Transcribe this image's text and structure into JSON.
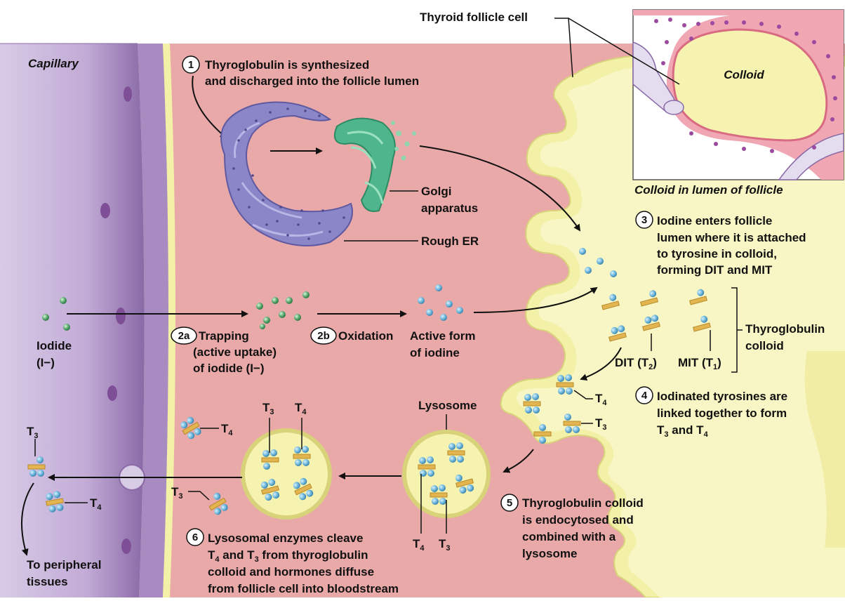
{
  "labels": {
    "capillary": "Capillary",
    "thyroid_follicle_cell": "Thyroid follicle cell",
    "colloid": "Colloid",
    "colloid_in_lumen": "Colloid in lumen of follicle",
    "golgi_1": "Golgi",
    "golgi_2": "apparatus",
    "rough_er": "Rough ER",
    "iodide_1": "Iodide",
    "iodide_2": "(I−)",
    "oxidation": "Oxidation",
    "active_form_1": "Active form",
    "active_form_2": "of iodine",
    "thyroglobulin_1": "Thyroglobulin",
    "thyroglobulin_2": "colloid",
    "dit": "DIT (T",
    "dit_sub": "2",
    "mit": "MIT (T",
    "mit_sub": "1",
    "close_paren": ")",
    "lysosome": "Lysosome",
    "to_peripheral_1": "To peripheral",
    "to_peripheral_2": "tissues",
    "t": "T",
    "sub3": "3",
    "sub4": "4"
  },
  "steps": {
    "s1": {
      "num": "1",
      "line1": "Thyroglobulin is synthesized",
      "line2": "and discharged into the follicle lumen"
    },
    "s2a": {
      "num": "2a",
      "line1": "Trapping",
      "line2": "(active uptake)",
      "line3": "of iodide (I−)"
    },
    "s2b": {
      "num": "2b"
    },
    "s3": {
      "num": "3",
      "line1": "Iodine enters follicle",
      "line2": "lumen where it is attached",
      "line3": "to tyrosine in colloid,",
      "line4": "forming DIT and MIT"
    },
    "s4": {
      "num": "4",
      "line1": "Iodinated tyrosines are",
      "line2": "linked together to form",
      "line3": "T",
      "line3_sub_a": "3",
      "line3_mid": " and T",
      "line3_sub_b": "4"
    },
    "s5": {
      "num": "5",
      "line1": "Thyroglobulin colloid",
      "line2": "is endocytosed and",
      "line3": "combined with a",
      "line4": "lysosome"
    },
    "s6": {
      "num": "6",
      "line1": "Lysosomal enzymes cleave",
      "line2a": "T",
      "line2_sub_a": "4",
      "line2_mid": " and T",
      "line2_sub_b": "3",
      "line2_end": " from thyroglobulin",
      "line3": "colloid and hormones diffuse",
      "line4": "from follicle cell into bloodstream"
    }
  },
  "colors": {
    "capillary": "#b89bc9",
    "capillary_wall": "#8a6aa6",
    "cell": "#e9a7a7",
    "membrane": "#f3f0a8",
    "colloid": "#f8f6c4",
    "iodide_green": "#5aa96e",
    "iodine_blue": "#6fb7dc",
    "tyrosine": "#e2b550",
    "er": "#8b86c8",
    "golgi": "#4fb58c"
  }
}
